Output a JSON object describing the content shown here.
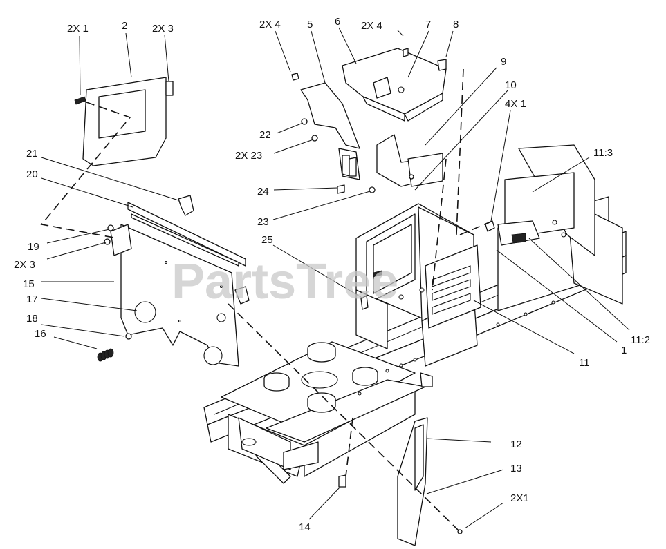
{
  "watermark": "PartsTree",
  "callouts": [
    {
      "id": "c-2x1-top",
      "text": "2X 1"
    },
    {
      "id": "c-2",
      "text": "2"
    },
    {
      "id": "c-2x3-top",
      "text": "2X 3"
    },
    {
      "id": "c-2x4-left",
      "text": "2X 4"
    },
    {
      "id": "c-5",
      "text": "5"
    },
    {
      "id": "c-6",
      "text": "6"
    },
    {
      "id": "c-2x4-right",
      "text": "2X 4"
    },
    {
      "id": "c-7",
      "text": "7"
    },
    {
      "id": "c-8",
      "text": "8"
    },
    {
      "id": "c-9",
      "text": "9"
    },
    {
      "id": "c-10",
      "text": "10"
    },
    {
      "id": "c-4x1",
      "text": "4X 1"
    },
    {
      "id": "c-11-3",
      "text": "11:3"
    },
    {
      "id": "c-21",
      "text": "21"
    },
    {
      "id": "c-20",
      "text": "20"
    },
    {
      "id": "c-22",
      "text": "22"
    },
    {
      "id": "c-2x23",
      "text": "2X 23"
    },
    {
      "id": "c-24",
      "text": "24"
    },
    {
      "id": "c-23",
      "text": "23"
    },
    {
      "id": "c-19",
      "text": "19"
    },
    {
      "id": "c-2x3-mid",
      "text": "2X 3"
    },
    {
      "id": "c-25",
      "text": "25"
    },
    {
      "id": "c-15",
      "text": "15"
    },
    {
      "id": "c-17",
      "text": "17"
    },
    {
      "id": "c-18",
      "text": "18"
    },
    {
      "id": "c-16",
      "text": "16"
    },
    {
      "id": "c-11",
      "text": "11"
    },
    {
      "id": "c-1",
      "text": "1"
    },
    {
      "id": "c-11-2",
      "text": "11:2"
    },
    {
      "id": "c-12",
      "text": "12"
    },
    {
      "id": "c-13",
      "text": "13"
    },
    {
      "id": "c-2x1-bottom",
      "text": "2X1"
    },
    {
      "id": "c-14",
      "text": "14"
    }
  ]
}
